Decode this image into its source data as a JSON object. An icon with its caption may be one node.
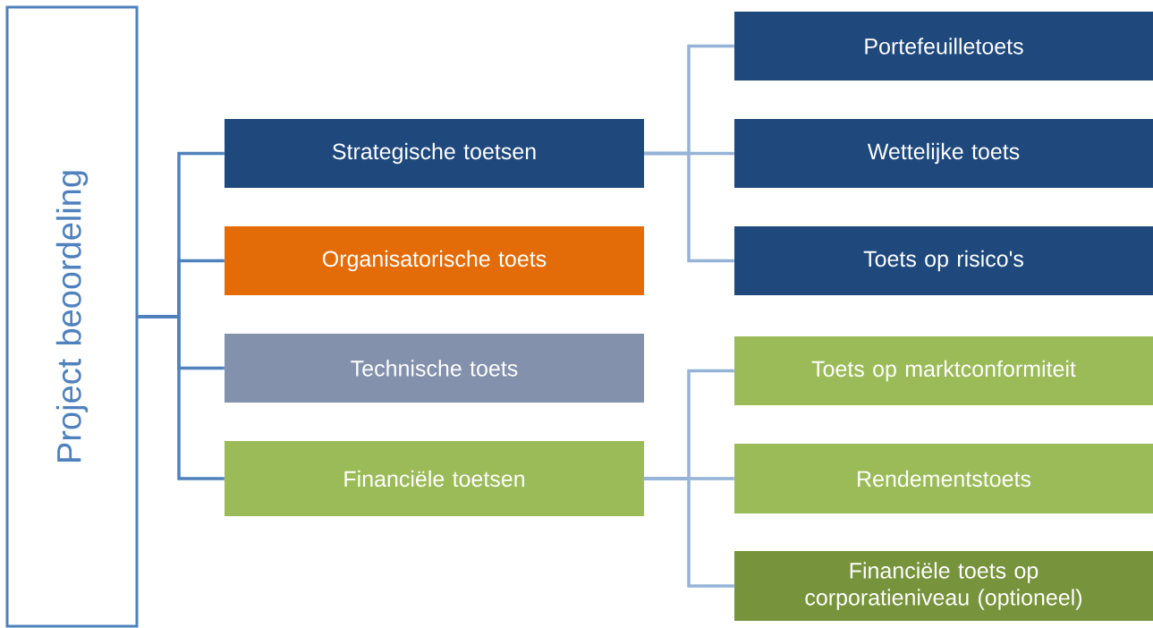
{
  "diagram": {
    "nodes": [
      {
        "text": [
          "Project beoordeling"
        ]
      },
      {
        "text": [
          "Strategische toetsen"
        ]
      },
      {
        "text": [
          "Organisatorische toets"
        ]
      },
      {
        "text": [
          "Technische toets"
        ]
      },
      {
        "text": [
          "Financiële toetsen"
        ]
      },
      {
        "text": [
          "Portefeuilletoets"
        ]
      },
      {
        "text": [
          "Wettelijke toets"
        ]
      },
      {
        "text": [
          "Toets op risico's"
        ]
      },
      {
        "text": [
          "Toets op marktconformiteit"
        ]
      },
      {
        "text": [
          "Rendementstoets"
        ]
      },
      {
        "text": [
          "Financiële toets op corporatieniveau (optioneel)"
        ]
      }
    ],
    "edges": [
      {
        "from": 0,
        "to": 1,
        "arrow": "none",
        "color": "#4f81bd"
      },
      {
        "from": 0,
        "to": 2,
        "arrow": "none",
        "color": "#4f81bd"
      },
      {
        "from": 0,
        "to": 3,
        "arrow": "none",
        "color": "#4f81bd"
      },
      {
        "from": 0,
        "to": 4,
        "arrow": "none",
        "color": "#4f81bd"
      },
      {
        "from": 1,
        "to": 5,
        "arrow": "none"
      },
      {
        "from": 1,
        "to": 6,
        "arrow": "none"
      },
      {
        "from": 1,
        "to": 7,
        "arrow": "none"
      },
      {
        "from": 4,
        "to": 8,
        "arrow": "none"
      },
      {
        "from": 4,
        "to": 9,
        "arrow": "none"
      },
      {
        "from": 4,
        "to": 10,
        "arrow": "none"
      }
    ]
  }
}
